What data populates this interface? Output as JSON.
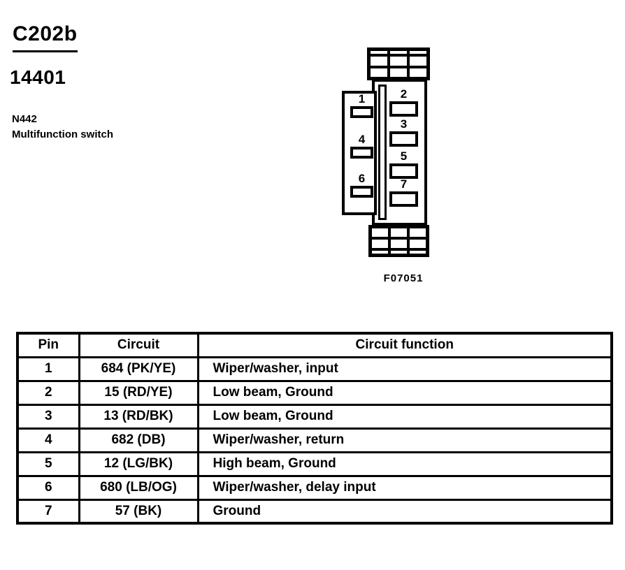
{
  "header": {
    "connector_id": "C202b",
    "part_number": "14401",
    "component_code": "N442",
    "component_name": "Multifunction switch"
  },
  "connector": {
    "figure_code": "F07051",
    "left_pins": [
      "1",
      "4",
      "6"
    ],
    "right_pins": [
      "2",
      "3",
      "5",
      "7"
    ]
  },
  "table": {
    "headers": [
      "Pin",
      "Circuit",
      "Circuit function"
    ],
    "rows": [
      {
        "pin": "1",
        "circuit": "684 (PK/YE)",
        "function": "Wiper/washer, input"
      },
      {
        "pin": "2",
        "circuit": "15 (RD/YE)",
        "function": "Low beam, Ground"
      },
      {
        "pin": "3",
        "circuit": "13 (RD/BK)",
        "function": "Low beam, Ground"
      },
      {
        "pin": "4",
        "circuit": "682 (DB)",
        "function": "Wiper/washer, return"
      },
      {
        "pin": "5",
        "circuit": "12 (LG/BK)",
        "function": "High beam, Ground"
      },
      {
        "pin": "6",
        "circuit": "680 (LB/OG)",
        "function": "Wiper/washer, delay input"
      },
      {
        "pin": "7",
        "circuit": "57 (BK)",
        "function": "Ground"
      }
    ]
  },
  "colors": {
    "ink": "#000000",
    "paper": "#ffffff"
  }
}
